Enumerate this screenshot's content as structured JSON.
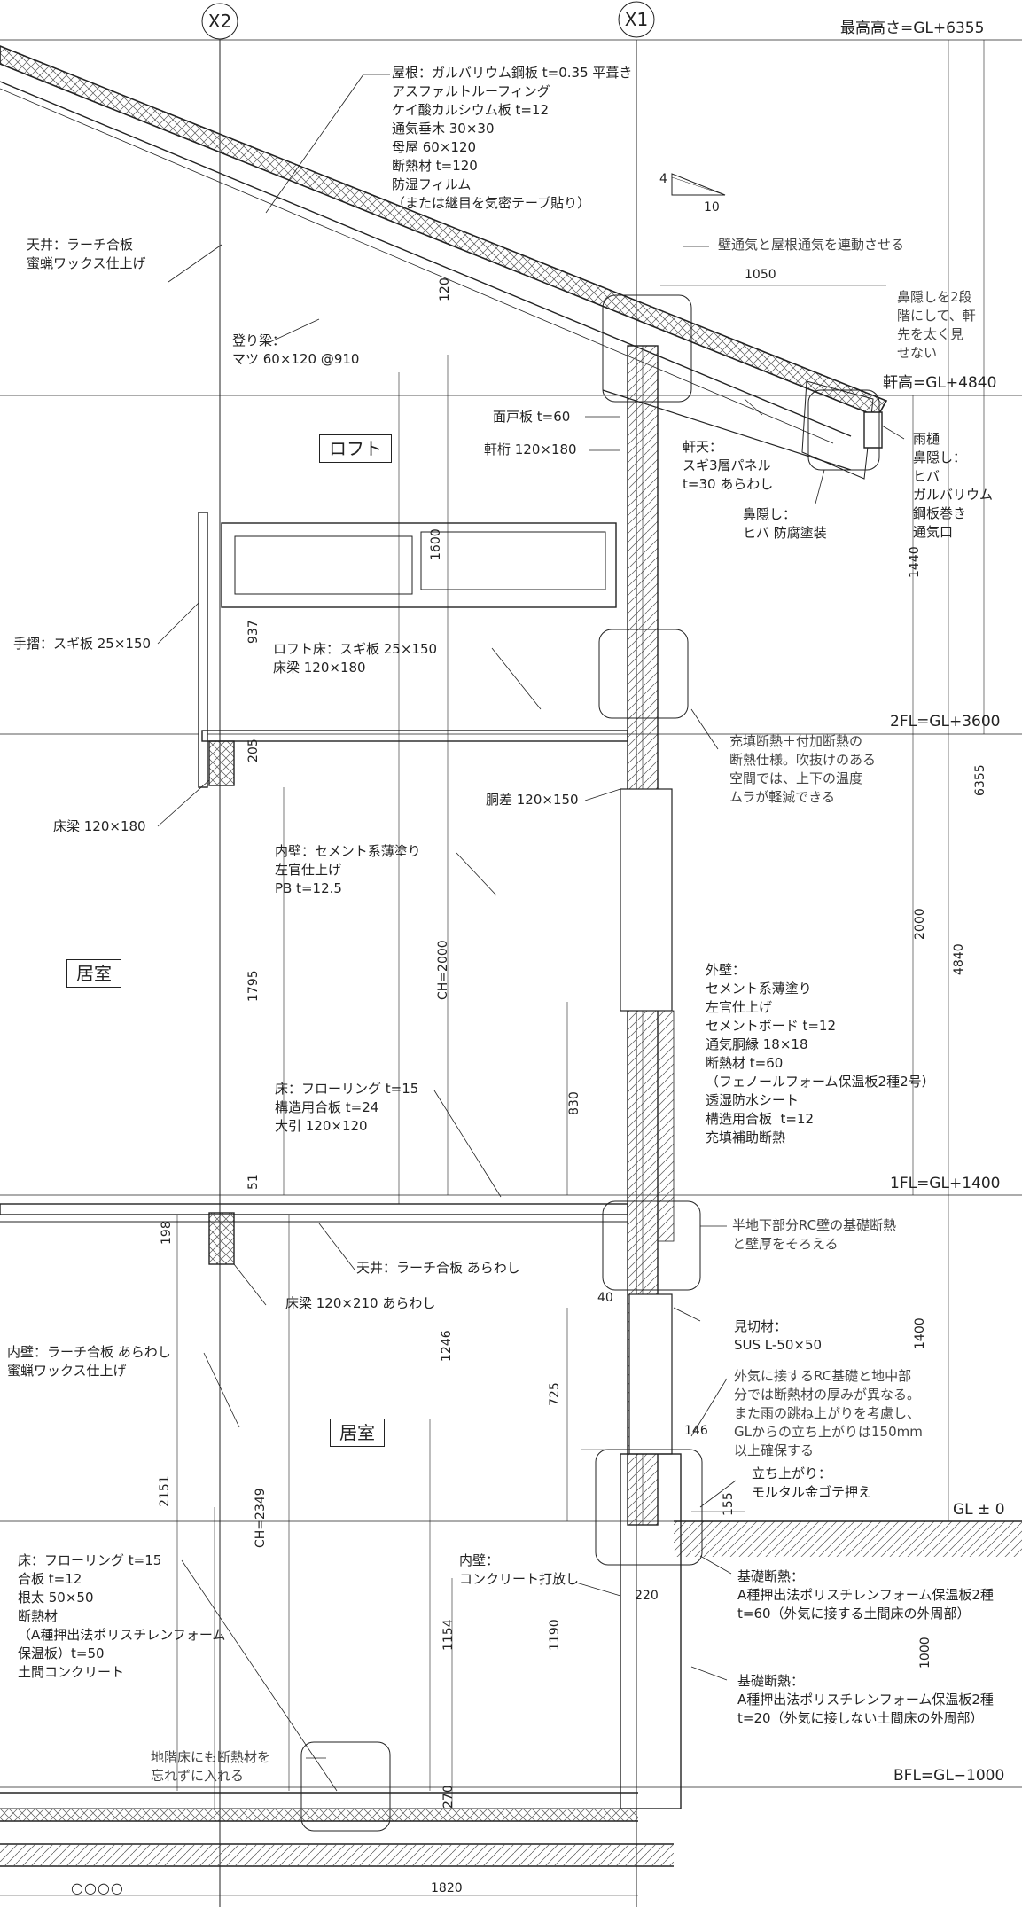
{
  "grid": {
    "x2": "X2",
    "x1": "X1"
  },
  "levels": {
    "max_height": "最高高さ=GL+6355",
    "eave": "軒高=GL+4840",
    "fl2": "2FL=GL+3600",
    "fl1": "1FL=GL+1400",
    "gl": "GL ± 0",
    "bfl": "BFL=GL−1000"
  },
  "rooms": {
    "loft": "ロフト",
    "room_upper": "居室",
    "room_lower": "居室"
  },
  "slope": {
    "rise": "4",
    "run": "10"
  },
  "labels": {
    "roof": "屋根：ガルバリウム鋼板 t=0.35 平葺き\nアスファルトルーフィング\nケイ酸カルシウム板 t=12\n通気垂木 30×30\n母屋 60×120\n断熱材 t=120\n防湿フィルム\n（または継目を気密テープ貼り）",
    "ceiling_upper": "天井：ラーチ合板\n蜜蝋ワックス仕上げ",
    "rafter": "登り梁：\nマツ 60×120 @910",
    "ventilation": "壁通気と屋根通気を連動させる",
    "nose_note": "鼻隠しを2段\n階にして、軒\n先を太く見\nせない",
    "menado": "面戸板 t=60",
    "nokigeta": "軒桁 120×180",
    "nokiten": "軒天：\nスギ3層パネル\nt=30 あらわし",
    "hanakakushi_wood": "鼻隠し：\nヒバ 防腐塗装",
    "eaves_detail": "雨樋\n鼻隠し：\nヒバ\nガルバリウム\n鋼板巻き\n通気口",
    "handrail": "手摺：スギ板 25×150",
    "loft_floor": "ロフト床：スギ板 25×150\n床梁 120×180",
    "insulation_note": "充填断熱＋付加断熱の\n断熱仕様。吹抜けのある\n空間では、上下の温度\nムラが軽減できる",
    "dosa": "胴差 120×150",
    "floor_beam_upper": "床梁 120×180",
    "inner_wall_upper": "内壁：セメント系薄塗り\n左官仕上げ\nPB t=12.5",
    "outer_wall": "外壁：\nセメント系薄塗り\n左官仕上げ\nセメントボード t=12\n通気胴縁 18×18\n断熱材 t=60\n（フェノールフォーム保温板2種2号）\n透湿防水シート\n構造用合板  t=12\n充填補助断熱",
    "floor_upper": "床：フローリング t=15\n構造用合板 t=24\n大引 120×120",
    "basement_note": "半地下部分RC壁の基礎断熱\nと壁厚をそろえる",
    "ceiling_lower": "天井：ラーチ合板 あらわし",
    "floor_beam_lower": "床梁 120×210 あらわし",
    "mikiri": "見切材：\nSUS L-50×50",
    "inner_wall_lower": "内壁：ラーチ合板 あらわし\n蜜蝋ワックス仕上げ",
    "exterior_note": "外気に接するRC基礎と地中部\n分では断熱材の厚みが異なる。\nまた雨の跳ね上がりを考慮し、\nGLからの立ち上がりは150mm\n以上確保する",
    "tachiagari": "立ち上がり：\nモルタル金ゴテ押え",
    "floor_lower": "床：フローリング t=15\n合板 t=12\n根太 50×50\n断熱材\n（A種押出法ポリスチレンフォーム\n保温板）t=50\n土間コンクリート",
    "inner_wall_concrete": "内壁：\nコンクリート打放し",
    "foundation_ins1": "基礎断熱：\nA種押出法ポリスチレンフォーム保温板2種\nt=60（外気に接する土間床の外周部）",
    "foundation_ins2": "基礎断熱：\nA種押出法ポリスチレンフォーム保温板2種\nt=20（外気に接しない土間床の外周部）",
    "basement_floor_note": "地階床にも断熱材を\n忘れずに入れる"
  },
  "dims": {
    "d1050": "1050",
    "d120": "120",
    "d1600": "1600",
    "d937": "937",
    "d205": "205",
    "d1440": "1440",
    "d6355": "6355",
    "d2000": "2000",
    "d4840": "4840",
    "d1795": "1795",
    "dch2000": "CH=2000",
    "d830": "830",
    "d51": "51",
    "d198": "198",
    "d1246": "1246",
    "d40": "40",
    "d1400": "1400",
    "d725": "725",
    "d146": "146",
    "d2151": "2151",
    "dch2349": "CH=2349",
    "d155": "155",
    "d220": "220",
    "d1154": "1154",
    "d1190": "1190",
    "d1000": "1000",
    "d270": "270",
    "d1820": "1820",
    "circles": "○○○○"
  }
}
